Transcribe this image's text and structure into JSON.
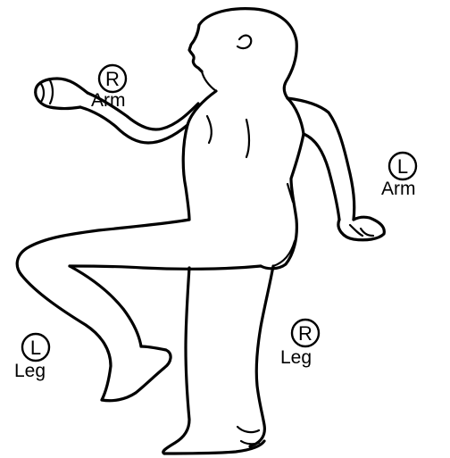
{
  "diagram": {
    "labels": {
      "right_arm": {
        "side": "R",
        "text": "Arm"
      },
      "left_arm": {
        "side": "L",
        "text": "Arm"
      },
      "left_leg": {
        "side": "L",
        "text": "Leg"
      },
      "right_leg": {
        "side": "R",
        "text": "Leg"
      }
    }
  }
}
